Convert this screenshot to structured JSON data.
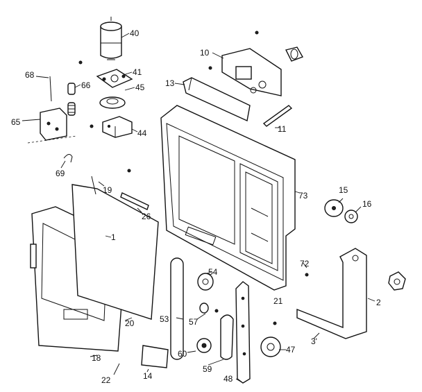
{
  "diagram": {
    "callouts": {
      "c40": "40",
      "c41": "41",
      "c45": "45",
      "c44": "44",
      "c66": "66",
      "c68": "68",
      "c65": "65",
      "c69": "69",
      "c10": "10",
      "c13": "13",
      "c11": "11",
      "c73": "73",
      "c15": "15",
      "c16": "16",
      "c19": "19",
      "c26": "26",
      "c1": "1",
      "c20": "20",
      "c18": "18",
      "c22": "22",
      "c14": "14",
      "c54": "54",
      "c57": "57",
      "c53": "53",
      "c60": "60",
      "c59": "59",
      "c48": "48",
      "c47": "47",
      "c21": "21",
      "c72": "72",
      "c2": "2",
      "c3": "3'"
    }
  }
}
